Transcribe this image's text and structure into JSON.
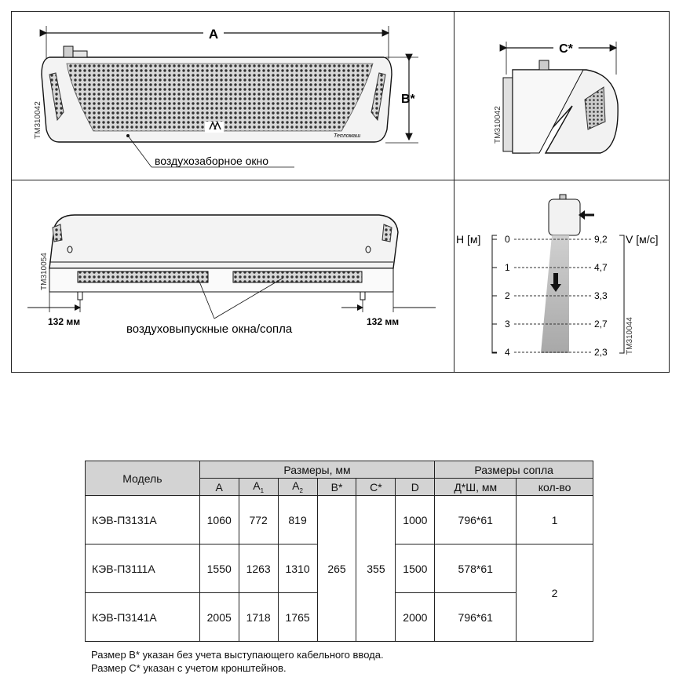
{
  "figure1": {
    "dim_A": "A",
    "dim_B": "B*",
    "doc_code": "TM310042",
    "brand": "Тепломаш",
    "label": "воздухозаборное окно"
  },
  "figure2": {
    "dim_C": "C*",
    "doc_code": "TM310042"
  },
  "figure3": {
    "doc_code": "TM310054",
    "left_offset": "132 мм",
    "right_offset": "132 мм",
    "label": "воздуховыпускные окна/сопла"
  },
  "figure4": {
    "h_label": "H [м]",
    "v_label": "V [м/с]",
    "doc_code": "TM310044",
    "heights": [
      "0",
      "1",
      "2",
      "3",
      "4"
    ],
    "velocities": [
      "9,2",
      "4,7",
      "3,3",
      "2,7",
      "2,3"
    ]
  },
  "table": {
    "col_model": "Модель",
    "group_dims": "Размеры, мм",
    "group_nozzle": "Размеры сопла",
    "col_a": "A",
    "col_a1": "A",
    "col_a1_sub": "1",
    "col_a2": "A",
    "col_a2_sub": "2",
    "col_b": "B*",
    "col_c": "C*",
    "col_d": "D",
    "col_dw": "Д*Ш, мм",
    "col_count": "кол-во",
    "shared_b": "265",
    "shared_c": "355",
    "rows": [
      {
        "model": "КЭВ-П3131А",
        "a": "1060",
        "a1": "772",
        "a2": "819",
        "d": "1000",
        "dw": "796*61",
        "count": "1"
      },
      {
        "model": "КЭВ-П3111А",
        "a": "1550",
        "a1": "1263",
        "a2": "1310",
        "d": "1500",
        "dw": "578*61",
        "count": "2"
      },
      {
        "model": "КЭВ-П3141А",
        "a": "2005",
        "a1": "1718",
        "a2": "1765",
        "d": "2000",
        "dw": "796*61"
      }
    ]
  },
  "notes": [
    "Размер B* указан без учета выступающего кабельного ввода.",
    "Размер C* указан с учетом кронштейнов."
  ]
}
